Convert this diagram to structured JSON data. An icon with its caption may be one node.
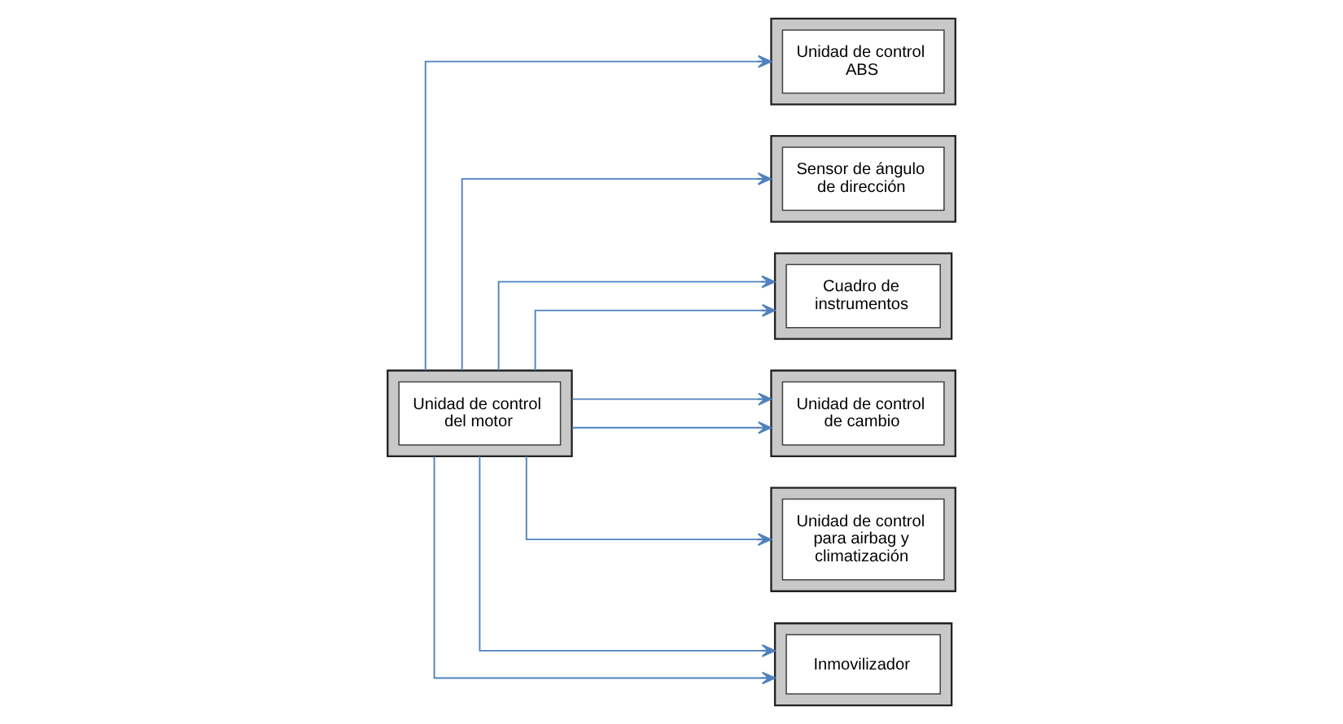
{
  "diagram": {
    "nodes": [
      {
        "text": [
          "Unidad de control ABS"
        ]
      },
      {
        "text": [
          "Sensor de ángulo de dirección"
        ]
      },
      {
        "text": [
          "Cuadro de instrumentos"
        ]
      },
      {
        "text": [
          "Unidad de control del motor"
        ]
      },
      {
        "text": [
          "Unidad de control de cambio"
        ]
      },
      {
        "text": [
          "Unidad de control para airbag y climatización"
        ]
      },
      {
        "text": [
          "Inmovilizador"
        ]
      }
    ],
    "edges": [
      {
        "from": 3,
        "to": 0,
        "arrow": "to"
      },
      {
        "from": 3,
        "to": 1,
        "arrow": "to"
      },
      {
        "from": 3,
        "to": 2,
        "arrow": "to"
      },
      {
        "from": 3,
        "to": 4,
        "arrow": "to"
      },
      {
        "from": 3,
        "to": 5,
        "arrow": "to"
      },
      {
        "from": 3,
        "to": 6,
        "arrow": "to"
      },
      {
        "from": 3,
        "to": 4,
        "arrow": "to"
      },
      {
        "from": 3,
        "to": 2,
        "arrow": "to"
      },
      {
        "from": 3,
        "to": 6,
        "arrow": "to"
      }
    ]
  }
}
